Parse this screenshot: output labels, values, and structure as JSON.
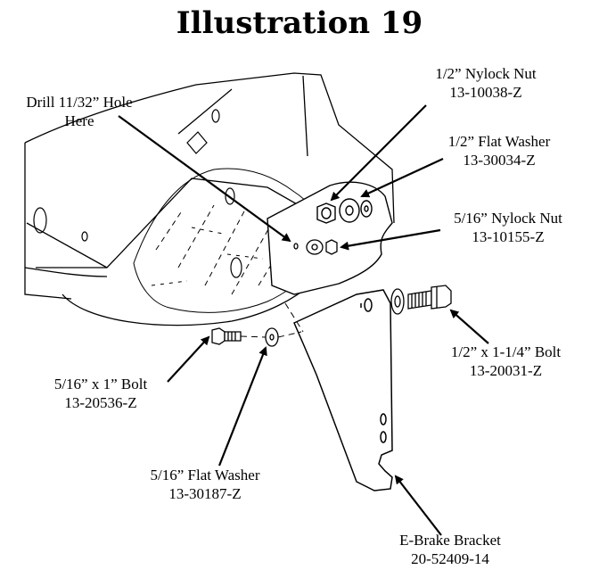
{
  "title": "Illustration 19",
  "callouts": {
    "drill_hole": {
      "line1": "Drill 11/32” Hole",
      "line2": "Here"
    },
    "nylock_nut_half": {
      "name": "1/2” Nylock Nut",
      "part": "13-10038-Z"
    },
    "flat_washer_half": {
      "name": "1/2” Flat Washer",
      "part": "13-30034-Z"
    },
    "nylock_nut_5_16": {
      "name": "5/16” Nylock Nut",
      "part": "13-10155-Z"
    },
    "bolt_half": {
      "name": "1/2” x 1-1/4” Bolt",
      "part": "13-20031-Z"
    },
    "bolt_5_16": {
      "name": "5/16” x 1” Bolt",
      "part": "13-20536-Z"
    },
    "flat_washer_5_16": {
      "name": "5/16” Flat Washer",
      "part": "13-30187-Z"
    },
    "ebrake_bracket": {
      "name": "E-Brake Bracket",
      "part": "20-52409-14"
    }
  }
}
